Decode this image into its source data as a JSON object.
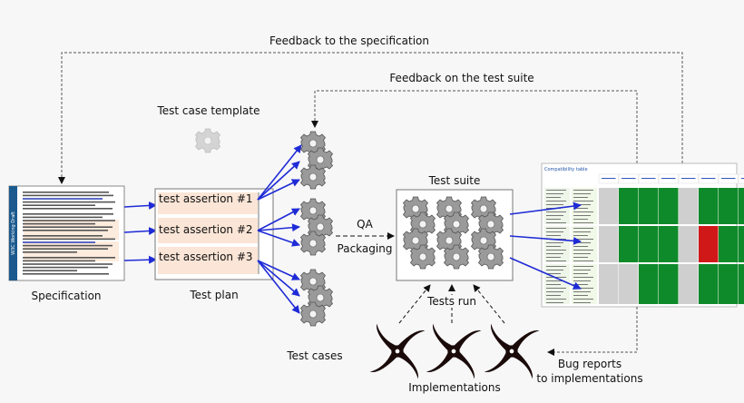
{
  "labels": {
    "feedback_spec": "Feedback to the specification",
    "feedback_suite": "Feedback on the test suite",
    "template": "Test case template",
    "specification": "Specification",
    "test_plan": "Test plan",
    "test_cases": "Test cases",
    "test_suite": "Test suite",
    "qa": "QA",
    "packaging": "Packaging",
    "tests_run": "Tests run",
    "implementations": "Implementations",
    "bug_reports_1": "Bug reports",
    "bug_reports_2": "to implementations"
  },
  "assertions": [
    "test assertion #1",
    "test assertion #2",
    "test assertion #3"
  ],
  "spec_doc": {
    "side_label": "W3C Working Draft"
  },
  "compat_table": {
    "title": "Compatibility table"
  },
  "colors": {
    "arrow_blue": "#1f2bd6",
    "gear_gray": "#9a9a9a",
    "assertion_bg": "#fbe5d6",
    "pass_green": "#0f8a2a",
    "fail_red": "#d01818",
    "neutral_gray": "#cfcfcf",
    "spec_band": "#1b5a8e",
    "shuriken": "#1a0a0a"
  }
}
